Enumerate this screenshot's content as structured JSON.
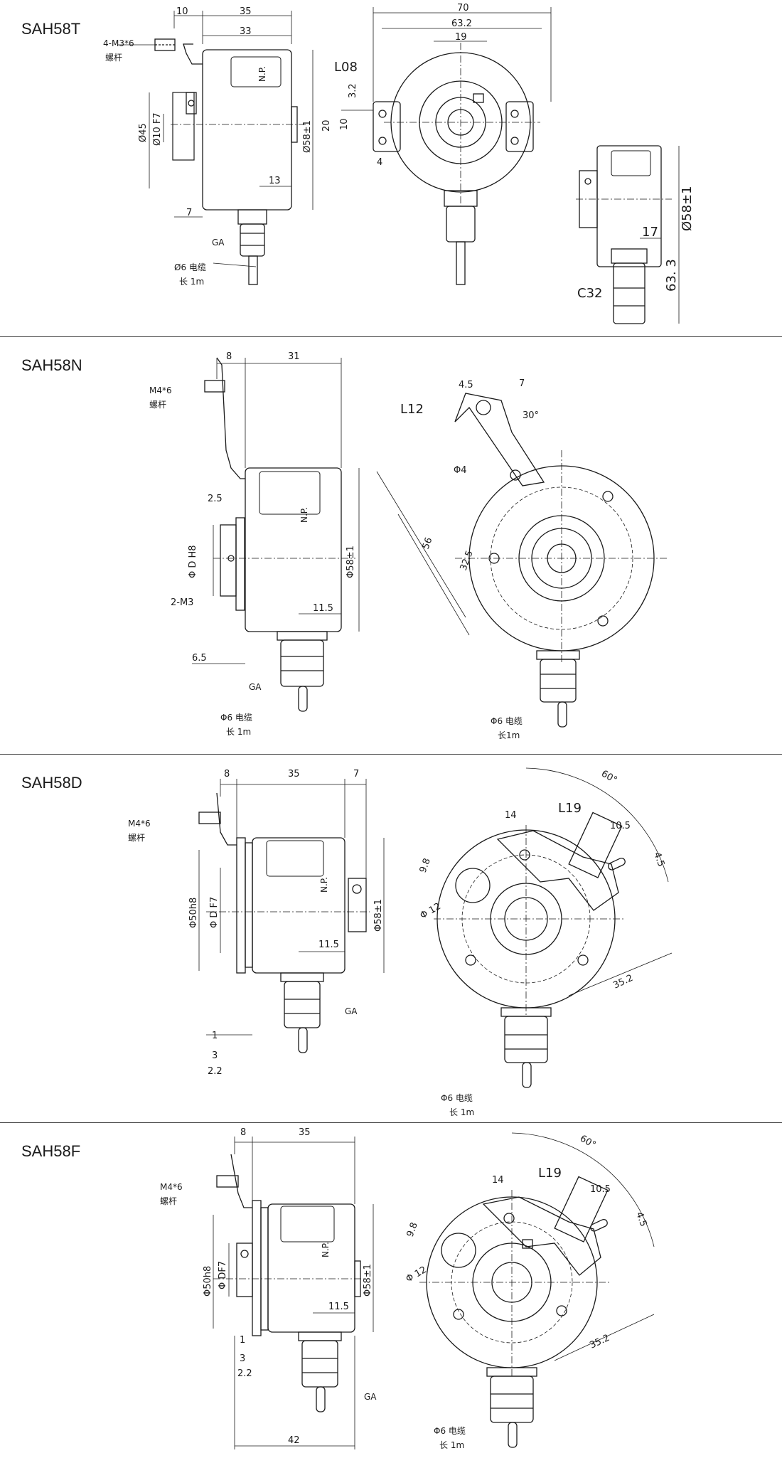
{
  "sections": [
    {
      "title": "SAH58T",
      "labels": {
        "screw": "4-M3*6",
        "screw_cn": "螺杆",
        "d10": "10",
        "d35": "35",
        "d33": "33",
        "phi45": "Ø45",
        "phi10f7": "Ø10 F7",
        "phi58": "Ø58±1",
        "d13": "13",
        "d7": "7",
        "ga": "GA",
        "cable": "Ø6 电缆",
        "cable_len": "长 1m",
        "d70": "70",
        "d632": "63.2",
        "d19": "19",
        "l08": "L08",
        "d32": "3.2",
        "d20": "20",
        "d10b": "10",
        "d4": "4",
        "phi58b": "Ø58±1",
        "d17": "17",
        "d633": "63. 3",
        "c32": "C32",
        "np": "N.P."
      }
    },
    {
      "title": "SAH58N",
      "labels": {
        "d8": "8",
        "d31": "31",
        "screw": "M4*6",
        "screw_cn": "螺杆",
        "d25": "2.5",
        "phid": "Φ D H8",
        "m3": "2-M3",
        "phi58": "Φ58±1",
        "d115": "11.5",
        "d65": "6.5",
        "ga": "GA",
        "cable": "Φ6 电缆",
        "cable_len": "长 1m",
        "d45": "4.5",
        "d7": "7",
        "l12": "L12",
        "d30": "30°",
        "phi4": "Φ4",
        "d56": "56",
        "d325": "32.5",
        "cable2": "Φ6 电缆",
        "cable_len2": "长1m",
        "np": "N.P."
      }
    },
    {
      "title": "SAH58D",
      "labels": {
        "d8": "8",
        "d35": "35",
        "d7": "7",
        "screw": "M4*6",
        "screw_cn": "螺杆",
        "phi50": "Φ50h8",
        "phidf7": "Φ D F7",
        "phi58": "Φ58±1",
        "d115": "11.5",
        "d1": "1",
        "d3": "3",
        "d22": "2.2",
        "ga": "GA",
        "cable": "Φ6 电缆",
        "cable_len": "长 1m",
        "d60": "60°",
        "d14": "14",
        "l19": "L19",
        "d105": "10.5",
        "d98": "9.8",
        "d45": "4.5",
        "phi12": "Φ 12",
        "d352": "35.2",
        "np": "N.P."
      }
    },
    {
      "title": "SAH58F",
      "labels": {
        "d8": "8",
        "d35": "35",
        "screw": "M4*6",
        "screw_cn": "螺杆",
        "phi50": "Φ50h8",
        "phidf7": "Φ DF7",
        "phi58": "Φ58±1",
        "d115": "11.5",
        "d1": "1",
        "d3": "3",
        "d22": "2.2",
        "d42": "42",
        "ga": "GA",
        "cable": "Φ6 电缆",
        "cable_len": "长 1m",
        "d60": "60°",
        "d14": "14",
        "l19": "L19",
        "d105": "10.5",
        "d98": "9.8",
        "d45": "4.5",
        "phi12": "Φ 12",
        "d352": "35.2",
        "np": "N.P."
      }
    }
  ]
}
